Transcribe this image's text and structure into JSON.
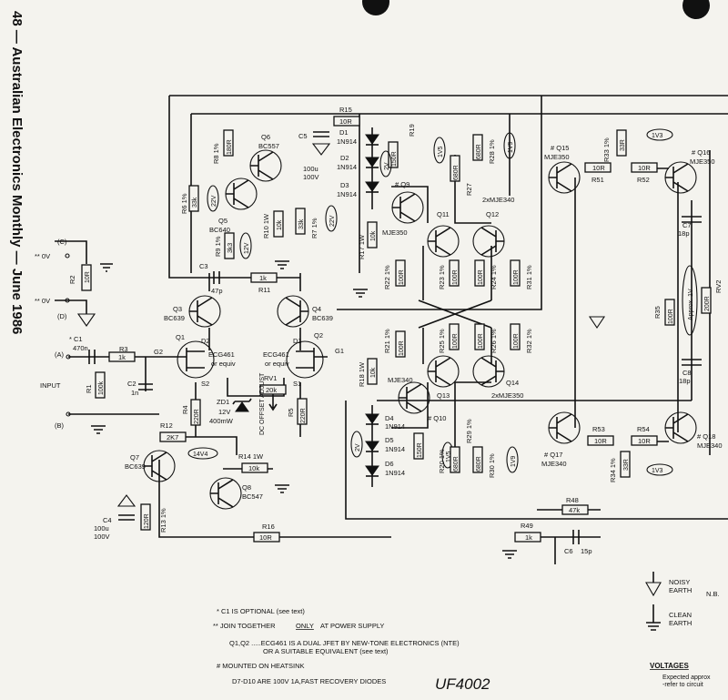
{
  "page": {
    "side_header": "48 — Australian Electronics Monthly — June 1986"
  },
  "rails": {
    "c_label": "(C)",
    "c_0v": "** 0V",
    "d_label": "(D)",
    "d_0v": "** 0V",
    "input_label": "INPUT",
    "a_label": "(A)",
    "b_label": "(B)"
  },
  "components": {
    "R15": {
      "ref": "R15",
      "value": "10R"
    },
    "C5": {
      "ref": "C5",
      "value": "100u",
      "volt": "100V"
    },
    "D1": {
      "ref": "D1",
      "type": "1N914"
    },
    "D2": {
      "ref": "D2",
      "type": "1N914"
    },
    "D3": {
      "ref": "D3",
      "type": "1N914"
    },
    "R19": {
      "ref": "R19",
      "value": "150R"
    },
    "D_2V_top": {
      "label": "2V"
    },
    "V1V5_top": {
      "label": "1V5"
    },
    "R27": {
      "ref": "R27",
      "value": "680R"
    },
    "R28": {
      "ref": "R28 1%",
      "value": "680R"
    },
    "V1V9_top": {
      "label": "1V9"
    },
    "Q15": {
      "ref": "# Q15",
      "type": "MJE350"
    },
    "R33": {
      "ref": "R33 1%",
      "value": "33R"
    },
    "V1V3_top": {
      "label": "1V3"
    },
    "Q16": {
      "ref": "# Q16",
      "type": "MJE350"
    },
    "R51": {
      "ref": "R51",
      "value": "10R"
    },
    "R52": {
      "ref": "R52",
      "value": "10R"
    },
    "R8": {
      "ref": "R8 1%",
      "value": "180R"
    },
    "Q6": {
      "ref": "Q6",
      "type": "BC557"
    },
    "R6": {
      "ref": "R6 1%",
      "value": "33k"
    },
    "V22V_a": {
      "label": "22V"
    },
    "Q5": {
      "ref": "Q5",
      "type": "BC640"
    },
    "R10": {
      "ref": "R10 1W",
      "value": "10k"
    },
    "R7": {
      "ref": "R7 1%",
      "value": "33k"
    },
    "V22V_b": {
      "label": "22V"
    },
    "Q9": {
      "ref": "# Q9",
      "type": "MJE350"
    },
    "Q11Q12": {
      "label": "2xMJE340"
    },
    "Q11": {
      "ref": "Q11"
    },
    "Q12": {
      "ref": "Q12"
    },
    "C7": {
      "ref": "C7",
      "value": "18p"
    },
    "R9": {
      "ref": "R9 1%",
      "value": "3k3"
    },
    "V12V": {
      "label": "12V"
    },
    "R17": {
      "ref": "R17 1W",
      "value": "10k"
    },
    "R22": {
      "ref": "R22 1%",
      "value": "100R"
    },
    "R23": {
      "ref": "R23 1%",
      "value": "100R"
    },
    "R24": {
      "ref": "R24 1%",
      "value": "100R"
    },
    "R31": {
      "ref": "R31 1%",
      "value": "100R"
    },
    "R35": {
      "ref": "R35",
      "value": "100R"
    },
    "RV2": {
      "ref": "RV2",
      "value": "200R",
      "approx": "Approx. 1V"
    },
    "C3": {
      "ref": "C3",
      "value": "47p"
    },
    "R11": {
      "ref": "R11",
      "value": "1k"
    },
    "Q3": {
      "ref": "Q3",
      "type": "BC639"
    },
    "Q4": {
      "ref": "Q4",
      "type": "BC639"
    },
    "R2": {
      "ref": "R2",
      "value": "10R"
    },
    "C1": {
      "ref": "* C1",
      "value": "470n"
    },
    "R3": {
      "ref": "R3",
      "value": "1k"
    },
    "R1": {
      "ref": "R1",
      "value": "100k"
    },
    "C2": {
      "ref": "C2",
      "value": "1n"
    },
    "Q1": {
      "ref": "Q1",
      "g": "G2",
      "d": "D2",
      "s": "S2",
      "type": "ECG461",
      "equiv": "or equiv"
    },
    "Q2": {
      "ref": "Q2",
      "g": "G1",
      "d": "D1",
      "s": "S1",
      "type": "ECG461",
      "equiv": "or equiv"
    },
    "RV1": {
      "ref": "RV1",
      "value": "20k",
      "adj": "DC OFFSET ADJUST"
    },
    "R4": {
      "ref": "R4",
      "value": "220R"
    },
    "R5": {
      "ref": "R5",
      "value": "220R"
    },
    "ZD1": {
      "ref": "ZD1",
      "volt": "12V",
      "power": "400mW"
    },
    "R21": {
      "ref": "R21 1%",
      "value": "100R"
    },
    "R25": {
      "ref": "R25 1%",
      "value": "100R"
    },
    "R26": {
      "ref": "R26 1%",
      "value": "100R"
    },
    "R32": {
      "ref": "R32 1%",
      "value": "100R"
    },
    "R18": {
      "ref": "R18 1W",
      "value": "10k"
    },
    "Q10": {
      "ref": "# Q10",
      "type": "MJE340"
    },
    "Q13": {
      "ref": "Q13"
    },
    "Q14": {
      "ref": "Q14"
    },
    "Q13Q14": {
      "label": "2xMJE350"
    },
    "C8": {
      "ref": "C8",
      "value": "18p"
    },
    "R12": {
      "ref": "R12",
      "value": "2K7"
    },
    "V14V4": {
      "label": "14V4"
    },
    "D4": {
      "ref": "D4",
      "type": "1N914"
    },
    "D5": {
      "ref": "D5",
      "type": "1N914"
    },
    "D6": {
      "ref": "D6",
      "type": "1N914"
    },
    "D_2V_bot": {
      "label": "2V"
    },
    "R20": {
      "ref": "R20 1%",
      "value": "150R"
    },
    "V1V5_bot": {
      "label": "1V5"
    },
    "R29": {
      "ref": "R29 1%",
      "value": "680R"
    },
    "R30": {
      "ref": "R30 1%",
      "value": "680R"
    },
    "V1V9_bot": {
      "label": "1V9"
    },
    "Q17": {
      "ref": "# Q17",
      "type": "MJE340"
    },
    "R53": {
      "ref": "R53",
      "value": "10R"
    },
    "R54": {
      "ref": "R54",
      "value": "10R"
    },
    "R34": {
      "ref": "R34 1%",
      "value": "33R"
    },
    "V1V3_bot": {
      "label": "1V3"
    },
    "Q18": {
      "ref": "# Q18",
      "type": "MJE340"
    },
    "Q7": {
      "ref": "Q7",
      "type": "BC639"
    },
    "R14": {
      "ref": "R14 1W",
      "value": "10k"
    },
    "Q8": {
      "ref": "Q8",
      "type": "BC547"
    },
    "C4": {
      "ref": "C4",
      "value": "100u",
      "volt": "100V"
    },
    "R13": {
      "ref": "R13 1%",
      "value": "120R"
    },
    "R16": {
      "ref": "R16",
      "value": "10R"
    },
    "R48": {
      "ref": "R48",
      "value": "47k"
    },
    "R49": {
      "ref": "R49",
      "value": "1k"
    },
    "C6": {
      "ref": "C6",
      "value": "15p"
    }
  },
  "notes": {
    "n1": "* C1 IS OPTIONAL (see text)",
    "n2_prefix": "** JOIN TOGETHER",
    "n2_only": "ONLY",
    "n2_suffix": "AT POWER SUPPLY",
    "n3a": "Q1,Q2 .....ECG461 IS A DUAL JFET BY NEW-TONE ELECTRONICS (NTE)",
    "n3b": "OR A SUITABLE EQUIVALENT (see text)",
    "n4": "# MOUNTED ON HEATSINK",
    "n5": "D7-D10 ARE 100V 1A,FAST RECOVERY DIODES",
    "handwritten": "UF4002"
  },
  "legend": {
    "noisy_1": "NOISY",
    "noisy_2": "EARTH",
    "clean_1": "CLEAN",
    "clean_2": "EARTH",
    "nb": "N.B."
  },
  "voltages": {
    "title": "VOLTAGES",
    "line1": "Expected approx",
    "line2": "-refer to circuit"
  }
}
